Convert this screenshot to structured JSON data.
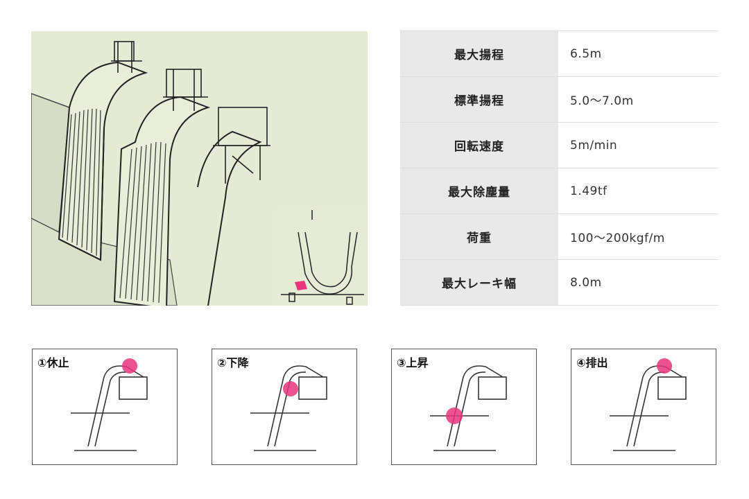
{
  "specs": [
    {
      "label": "最大揚程",
      "value": "6.5m"
    },
    {
      "label": "標準揚程",
      "value": "5.0～7.0m"
    },
    {
      "label": "回転速度",
      "value": "5m/min"
    },
    {
      "label": "最大除塵量",
      "value": "1.49tf"
    },
    {
      "label": "荷重",
      "value": "100～200kgf/m"
    },
    {
      "label": "最大レーキ幅",
      "value": "8.0m"
    }
  ],
  "steps": [
    {
      "label": "①休止"
    },
    {
      "label": "②下降"
    },
    {
      "label": "③上昇"
    },
    {
      "label": "④排出"
    }
  ],
  "colors": {
    "figure_bg": "#e4ead4",
    "highlight": "#e8357a",
    "table_key_bg": "#e9e9e9"
  }
}
